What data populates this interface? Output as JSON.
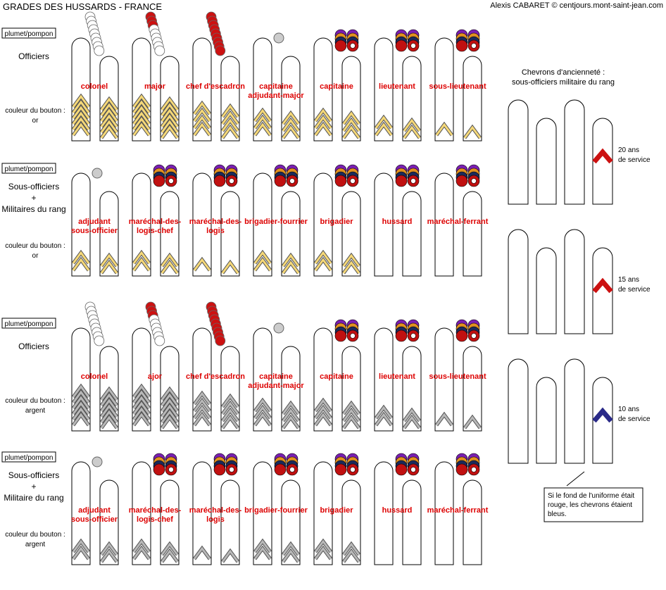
{
  "title": "GRADES DES HUSSARDS - FRANCE",
  "credit": "Alexis CABARET © centjours.mont-saint-jean.com",
  "colors": {
    "gold": "#f5d878",
    "silver": "#b8b8b8",
    "red": "#cc1111",
    "blue": "#2a2a88",
    "label": "#dd0000",
    "pompon_purple": "#7a1fb0",
    "pompon_orange": "#e09020",
    "pompon_navy": "#1b2a5a",
    "pompon_red": "#c01010"
  },
  "sections": [
    {
      "tag": "plumet/pompon",
      "group": "Officiers",
      "group_lines": [
        "Officiers"
      ],
      "button_lines": [
        "couleur du bouton :",
        "or"
      ],
      "button_metal": "or",
      "ranks": [
        {
          "name_lines": [
            "colonel"
          ],
          "chevrons": 6,
          "headgear": "plumet-white"
        },
        {
          "name_lines": [
            "major"
          ],
          "chevrons": 6,
          "headgear": "plumet-redwhite"
        },
        {
          "name_lines": [
            "chef d'escadron"
          ],
          "chevrons": 4,
          "headgear": "plumet-red"
        },
        {
          "name_lines": [
            "capitaine",
            "adjudant-major"
          ],
          "chevrons": 3,
          "headgear": "pompon-grey"
        },
        {
          "name_lines": [
            "capitaine"
          ],
          "chevrons": 3,
          "headgear": "pompons"
        },
        {
          "name_lines": [
            "lieutenant"
          ],
          "chevrons": 2,
          "headgear": "pompons"
        },
        {
          "name_lines": [
            "sous-lieutenant"
          ],
          "chevrons": 1,
          "headgear": "pompons"
        }
      ]
    },
    {
      "tag": "plumet/pompon",
      "group": "Sous-officiers + Militaires du rang",
      "group_lines": [
        "Sous-officiers",
        "+",
        "Militaires du rang"
      ],
      "button_lines": [
        "couleur du bouton :",
        "or"
      ],
      "button_metal": "or",
      "ranks": [
        {
          "name_lines": [
            "adjudant",
            "sous-officier"
          ],
          "chevrons": 2,
          "headgear": "pompon-grey"
        },
        {
          "name_lines": [
            "maréchal-des-",
            "logis-chef"
          ],
          "chevrons": 2,
          "headgear": "pompons"
        },
        {
          "name_lines": [
            "maréchal-des-",
            "logis"
          ],
          "chevrons": 1,
          "headgear": "pompons"
        },
        {
          "name_lines": [
            "brigadier-fourrier"
          ],
          "chevrons": 2,
          "headgear": "pompons"
        },
        {
          "name_lines": [
            "brigadier"
          ],
          "chevrons": 2,
          "headgear": "pompons"
        },
        {
          "name_lines": [
            "hussard"
          ],
          "chevrons": 0,
          "headgear": "pompons"
        },
        {
          "name_lines": [
            "maréchal-ferrant"
          ],
          "chevrons": 0,
          "headgear": "pompons"
        }
      ]
    },
    {
      "tag": "plumet/pompon",
      "group": "Officiers",
      "group_lines": [
        "Officiers"
      ],
      "button_lines": [
        "couleur du bouton :",
        "argent"
      ],
      "button_metal": "argent",
      "ranks": [
        {
          "name_lines": [
            "colonel"
          ],
          "chevrons": 6,
          "headgear": "plumet-white"
        },
        {
          "name_lines": [
            "ajor"
          ],
          "chevrons": 6,
          "headgear": "plumet-redwhite"
        },
        {
          "name_lines": [
            "chef d'escadron"
          ],
          "chevrons": 4,
          "headgear": "plumet-red"
        },
        {
          "name_lines": [
            "capitaine",
            "adjudant-major"
          ],
          "chevrons": 3,
          "headgear": "pompon-grey"
        },
        {
          "name_lines": [
            "capitaine"
          ],
          "chevrons": 3,
          "headgear": "pompons"
        },
        {
          "name_lines": [
            "lieutenant"
          ],
          "chevrons": 2,
          "headgear": "pompons"
        },
        {
          "name_lines": [
            "sous-lieutenant"
          ],
          "chevrons": 1,
          "headgear": "pompons"
        }
      ]
    },
    {
      "tag": "plumet/pompon",
      "group": "Sous-officiers + Militaire du rang",
      "group_lines": [
        "Sous-officiers",
        "+",
        "Militaire du rang"
      ],
      "button_lines": [
        "couleur du bouton :",
        "argent"
      ],
      "button_metal": "argent",
      "ranks": [
        {
          "name_lines": [
            "adjudant",
            "sous-officier"
          ],
          "chevrons": 2,
          "headgear": "pompon-grey"
        },
        {
          "name_lines": [
            "maréchal-des-",
            "logis-chef"
          ],
          "chevrons": 2,
          "headgear": "pompons"
        },
        {
          "name_lines": [
            "maréchal-des-",
            "logis"
          ],
          "chevrons": 1,
          "headgear": "pompons"
        },
        {
          "name_lines": [
            "brigadier-fourrier"
          ],
          "chevrons": 2,
          "headgear": "pompons"
        },
        {
          "name_lines": [
            "brigadier"
          ],
          "chevrons": 2,
          "headgear": "pompons"
        },
        {
          "name_lines": [
            "hussard"
          ],
          "chevrons": 0,
          "headgear": "pompons"
        },
        {
          "name_lines": [
            "maréchal-ferrant"
          ],
          "chevrons": 0,
          "headgear": "pompons"
        }
      ]
    }
  ],
  "seniority": {
    "title_lines": [
      "Chevrons d'ancienneté :",
      "sous-officiers   militaire du rang"
    ],
    "rows": [
      {
        "label_lines": [
          "20 ans",
          "de service"
        ],
        "color": "red"
      },
      {
        "label_lines": [
          "15 ans",
          "de service"
        ],
        "color": "red"
      },
      {
        "label_lines": [
          "10 ans",
          "de service"
        ],
        "color": "blue"
      }
    ],
    "note_lines": [
      "Si le fond de l'uniforme était",
      "rouge, les chevrons étaient",
      "bleus."
    ]
  }
}
